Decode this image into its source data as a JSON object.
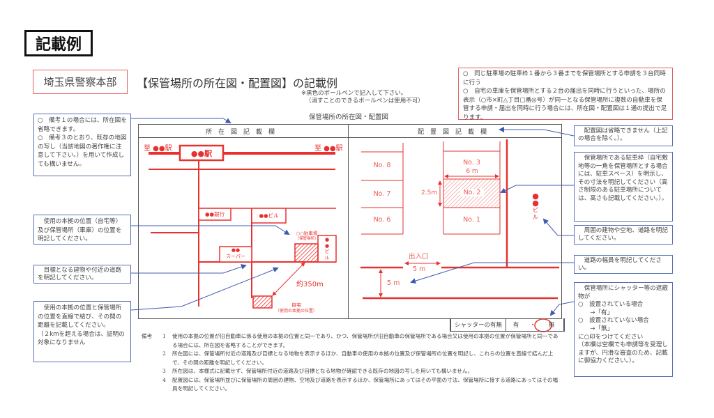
{
  "badge": "記載例",
  "organization": "埼玉県警察本部",
  "title": "【保管場所の所在図・配置図】の記載例",
  "pen_note": [
    "※黒色のボールペンで記入して下さい。",
    "（消すことのできるボールペンは使用不可）"
  ],
  "top_right_note": [
    "○　同じ駐車場の駐車枠１番から３番までを保管場所とする申請を３台同時に行う",
    "○　自宅の車庫を保管場所とする２台の届出を同時に行うといった、場所の表示（○市×町△丁目□番◎号）が同一となる保管場所に複数の自動車を保管する申請・届出を同時に行う場合には、所在図・配置図は１通の提出で足ります。"
  ],
  "form_caption": "保管場所の所在図・配置図",
  "location_map": {
    "header": "所在図記載欄",
    "to_station_left": "至 ●●駅",
    "to_station_right": "至 ●●駅",
    "station": "●●駅",
    "bank": "●●銀行",
    "building": "●●ビル",
    "supermarket_name": "●●",
    "supermarket": "スーパー",
    "parking_name": "○○駐車場",
    "parking_sub": "（保管場所）",
    "tall_building": [
      "●",
      "●",
      "ビ",
      "ル"
    ],
    "distance": "約350m",
    "home": "自宅",
    "home_sub": "（使用の本拠の位置）"
  },
  "layout_map": {
    "header": "配置図記載欄",
    "spaces_left": [
      "No. 8",
      "No. 7",
      "No. 6"
    ],
    "spaces_center": [
      "No. 3",
      "No. 2",
      "No. 1"
    ],
    "width_label": "6 m",
    "depth_label": "2.5m",
    "entrance": "出入口",
    "entrance_width": "5 m",
    "road_width": "5 m",
    "building": [
      "●",
      "●",
      "ビ",
      "ル"
    ]
  },
  "shutter": {
    "label": "シャッターの有無",
    "yes": "有",
    "sep": "・",
    "no": "無",
    "selected": "無"
  },
  "left_callouts": [
    [
      "○　備考１の場合には、所在図を省略できます。",
      "○　備考３のとおり、既存の地図の写し（当該地図の著作権に注意して下さい。）を用いて作成しても構いません。"
    ],
    [
      "　使用の本拠の位置（自宅等）及び保管場所（車庫）の位置を明記してください。"
    ],
    [
      "　目標となる建物や付近の道路を明記してください。"
    ],
    [
      "　使用の本拠の位置と保管場所の位置を直線で結び、その間の距離を記載してください。",
      "（２kmを超える場合は、証明の対象になりません"
    ]
  ],
  "right_callouts": [
    [
      "　配置図は省略できません（上記の場合を除く。）。"
    ],
    [
      "　保管場所である駐車枠（自宅敷地等の一角を保管場所とする場合には、駐車スペース）を明示し、その寸法を明記してください（高さ制限のある駐車場所については、高さも記載してください。）。"
    ],
    [
      "　周囲の建物や空地、道路を明記してください。"
    ],
    [
      "　道路の幅員を明記してください。"
    ],
    [
      "　保管場所にシャッター等の遮蔽物が",
      "○　設置されている場合",
      "　　→「有」",
      "○　設置されていない場合",
      "　　→「無」",
      "に○印をつけてください",
      "（本欄は空欄でも申請等を受理しますが、円滑な審査のため、記載に御協力ください。）。"
    ]
  ],
  "remarks": {
    "label": "備考",
    "items": [
      {
        "n": "1",
        "text": "使用の本拠の位置が旧自動車に係る使用の本拠の位置と同一であり、かつ、保管場所が旧自動車の保管場所である場合又は使用の本拠の位置が保管場所と同一である場合には、所在図を省略することができます。"
      },
      {
        "n": "2",
        "text": "所在図には、保管場所付近の道路及び目標となる地物を表示するほか、自動車の使用の本拠の位置及び保管場所の位置を明記し、これらの位置を直線で結んだ上で、その間の距離を明記してください。"
      },
      {
        "n": "3",
        "text": "所在図は、本様式に記載せず、保管場所付近の道路及び目標となる地物が確認できる既存の地図の写しを用いても構いません。"
      },
      {
        "n": "4",
        "text": "配置図には、保管場所並びに保管場所の周囲の建物、空地及び道路を表示するほか、保管場所にあってはその平面の寸法、保管場所に接する道路にあってはその幅員を明記してください。"
      }
    ]
  },
  "colors": {
    "map_red": "#e8312f",
    "callout_blue": "#4a63b0",
    "note_red": "#e06060"
  }
}
